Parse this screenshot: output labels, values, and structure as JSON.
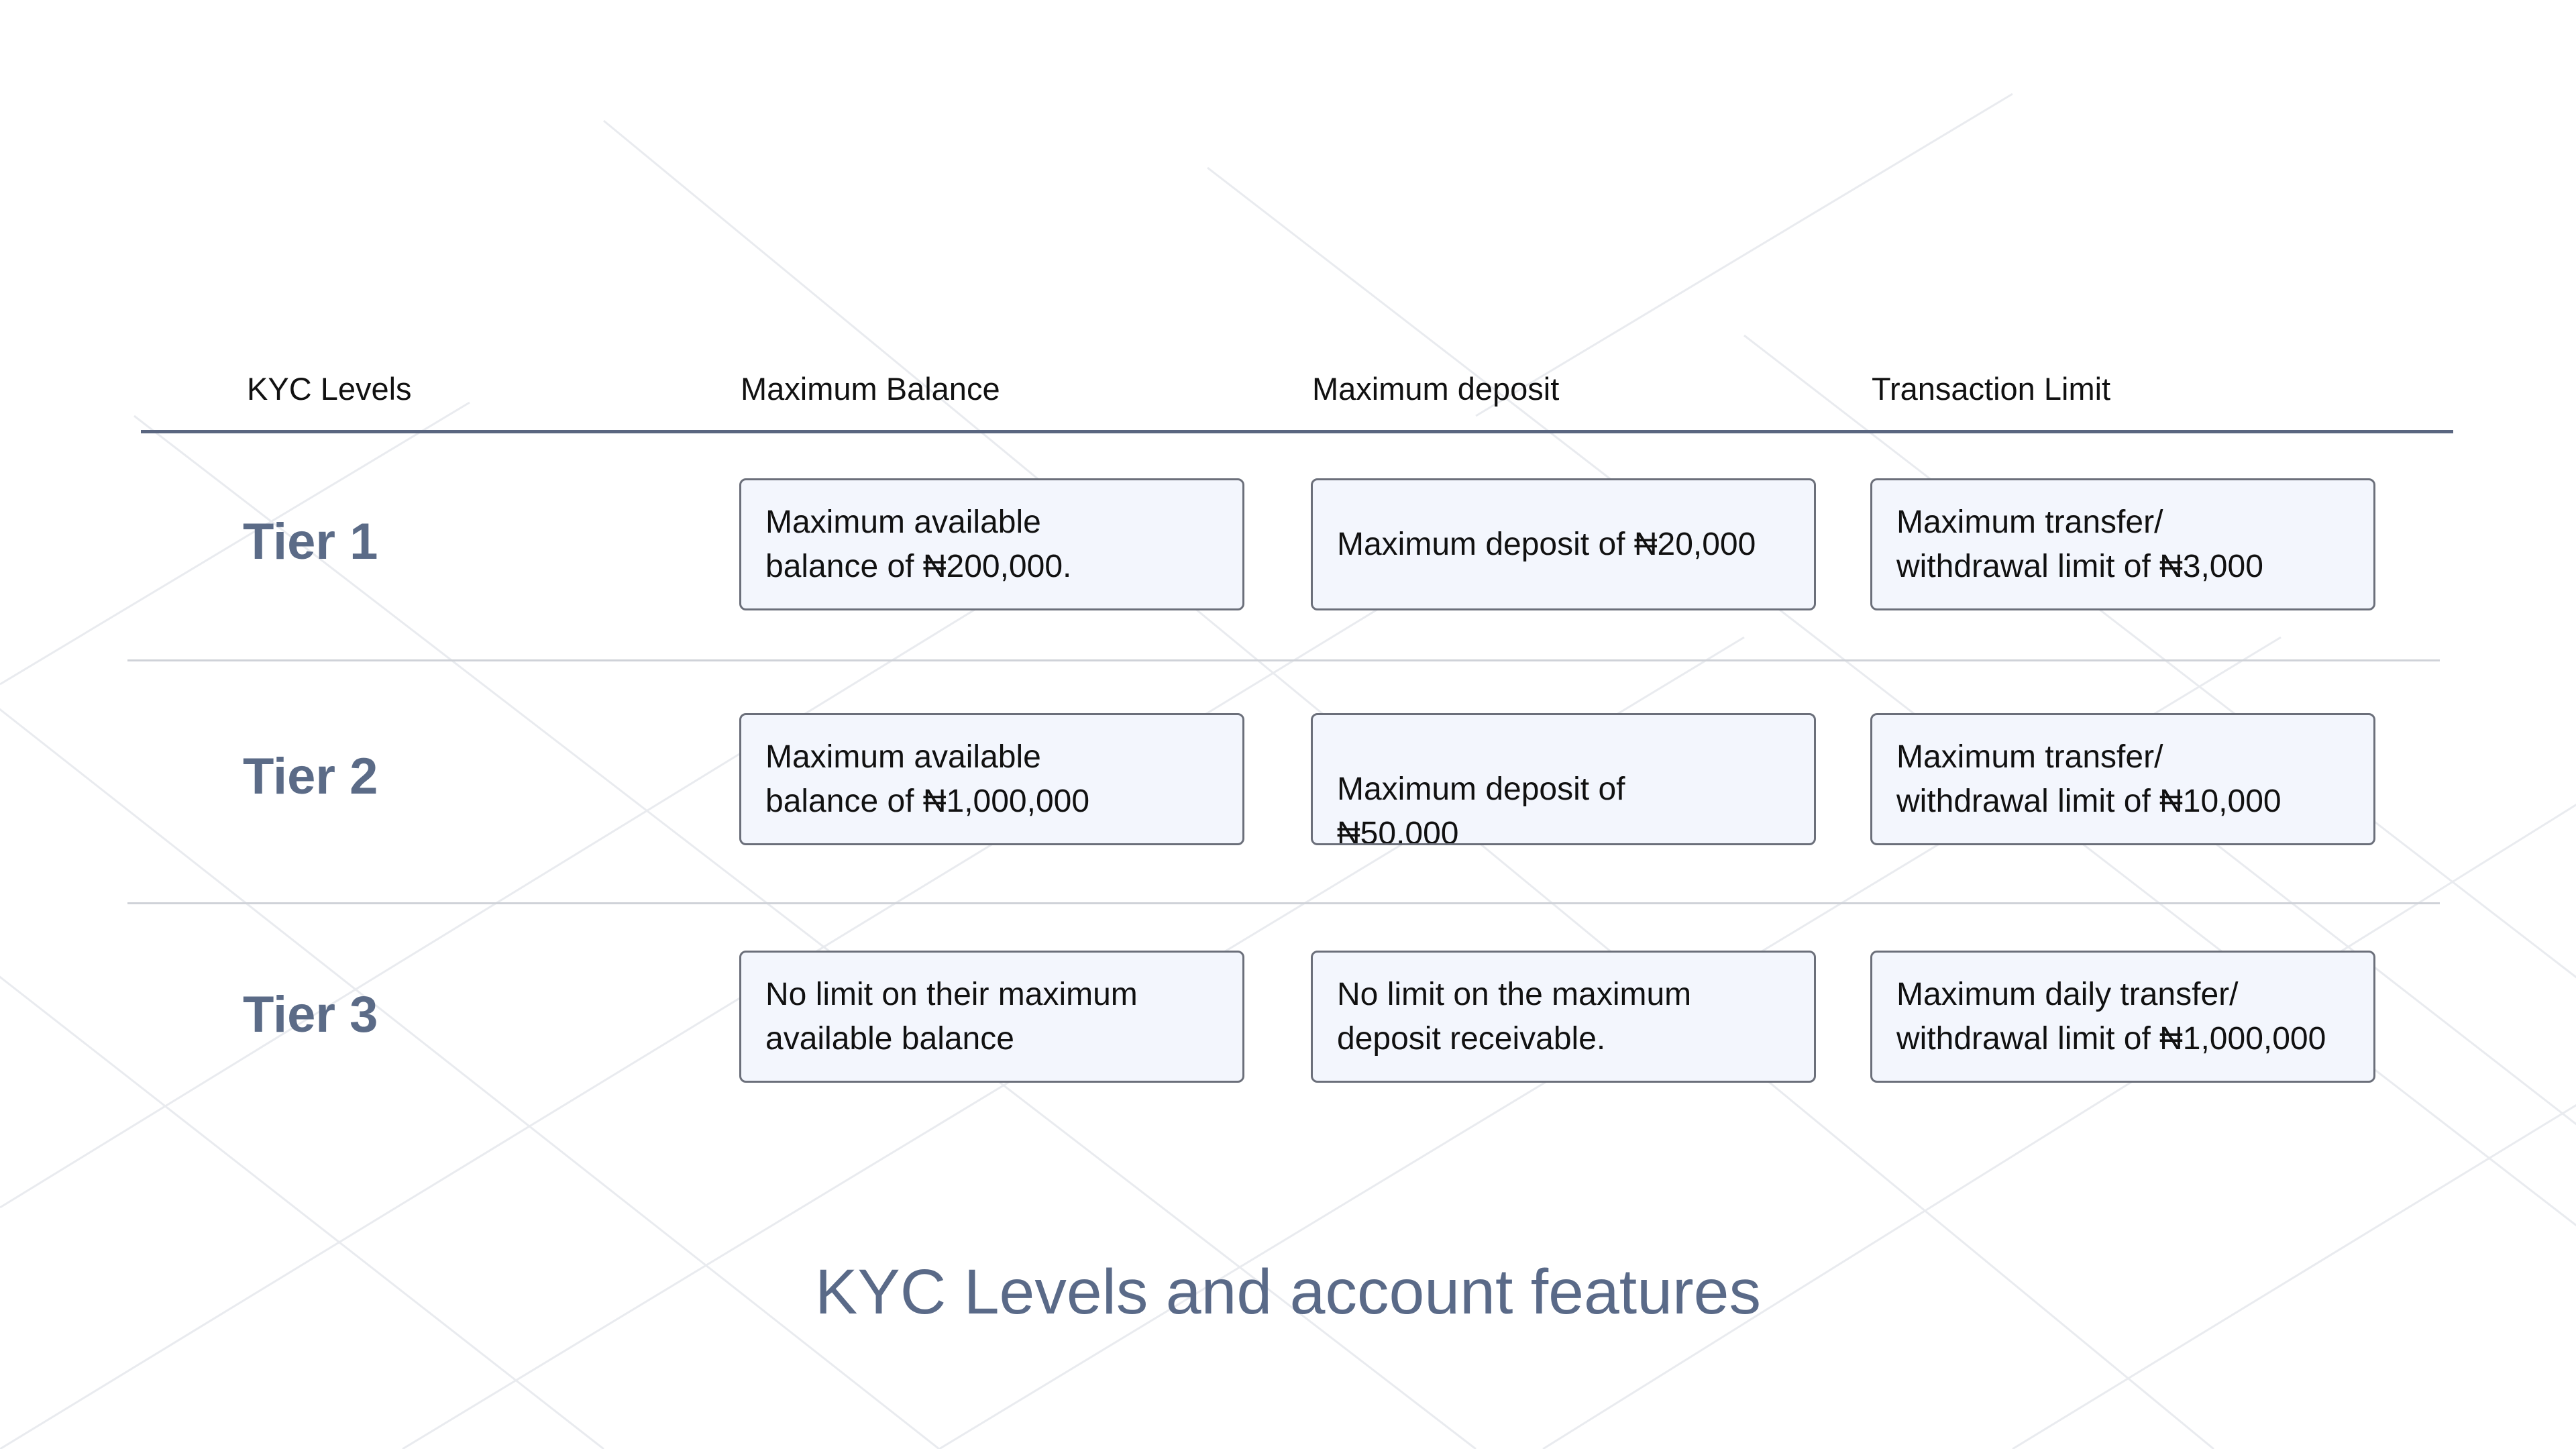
{
  "table": {
    "headers": {
      "levels": "KYC Levels",
      "balance": "Maximum Balance",
      "deposit": "Maximum deposit",
      "transaction": "Transaction Limit"
    },
    "rows": [
      {
        "tier": "Tier 1",
        "balance": [
          "Maximum available",
          "balance of ₦200,000."
        ],
        "deposit": [
          "Maximum deposit of ₦20,000"
        ],
        "transaction": [
          "Maximum transfer/",
          "withdrawal limit of ₦3,000"
        ]
      },
      {
        "tier": "Tier 2",
        "balance": [
          "Maximum available",
          "balance of ₦1,000,000"
        ],
        "deposit": [
          "Maximum deposit of",
          "₦50,000"
        ],
        "transaction": [
          "Maximum transfer/",
          "withdrawal limit of ₦10,000"
        ]
      },
      {
        "tier": "Tier 3",
        "balance": [
          "No limit on their maximum",
          "available balance"
        ],
        "deposit": [
          "No limit on the maximum",
          "deposit receivable."
        ],
        "transaction": [
          "Maximum daily transfer/",
          "withdrawal limit of ₦1,000,000"
        ]
      }
    ]
  },
  "caption": "KYC Levels and account features",
  "colors": {
    "tier_label": "#5b6b87",
    "cell_background": "#f3f6fd",
    "cell_border": "#6b6f7a",
    "header_rule": "#5a6680",
    "caption": "#5a6a88"
  }
}
